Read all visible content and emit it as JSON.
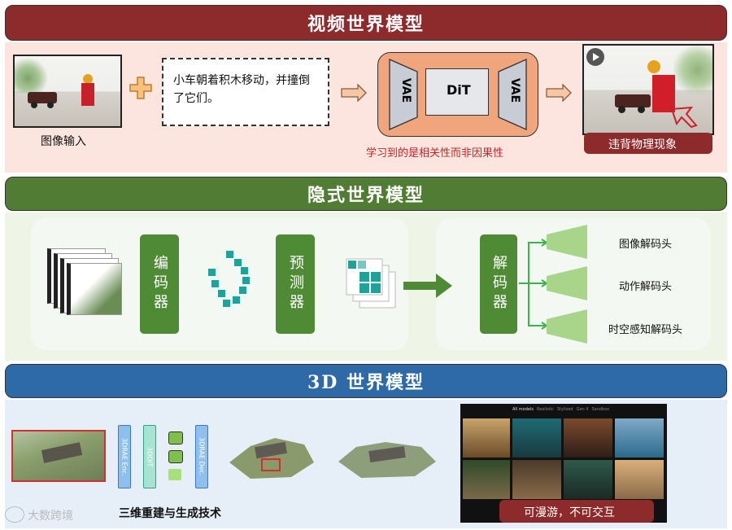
{
  "section1": {
    "title": "视频世界模型",
    "input_label": "图像输入",
    "prompt_text": "小车朝着积木移动，并撞倒了它们。",
    "vae_left": "VAE",
    "dit": "DiT",
    "vae_right": "VAE",
    "caption": "学习到的是相关性而非因果性",
    "output_badge": "违背物理现象"
  },
  "section2": {
    "title": "隐式世界模型",
    "encoder": "编码器",
    "predictor": "预测器",
    "decoder": "解码器",
    "heads": [
      "图像解码头",
      "动作解码头",
      "时空感知解码头"
    ]
  },
  "section3": {
    "title": "3D 世界模型",
    "enc_label": "3DRAE Enc.",
    "dit_label": "3DDiT",
    "dec_label": "3DRAE Dec.",
    "caption": "三维重建与生成技术",
    "gallery_tabs": [
      "All models",
      "Realistic",
      "Stylized",
      "Gen 4",
      "Sandbox"
    ],
    "gallery_badge": "可漫游，不可交互"
  },
  "watermark": "大数跨境",
  "colors": {
    "section1_banner": "#8d2a2b",
    "section2_banner": "#507d33",
    "section3_banner": "#2f6aa8",
    "accent_orange": "#f0a57d",
    "accent_green": "#4f8a35"
  }
}
